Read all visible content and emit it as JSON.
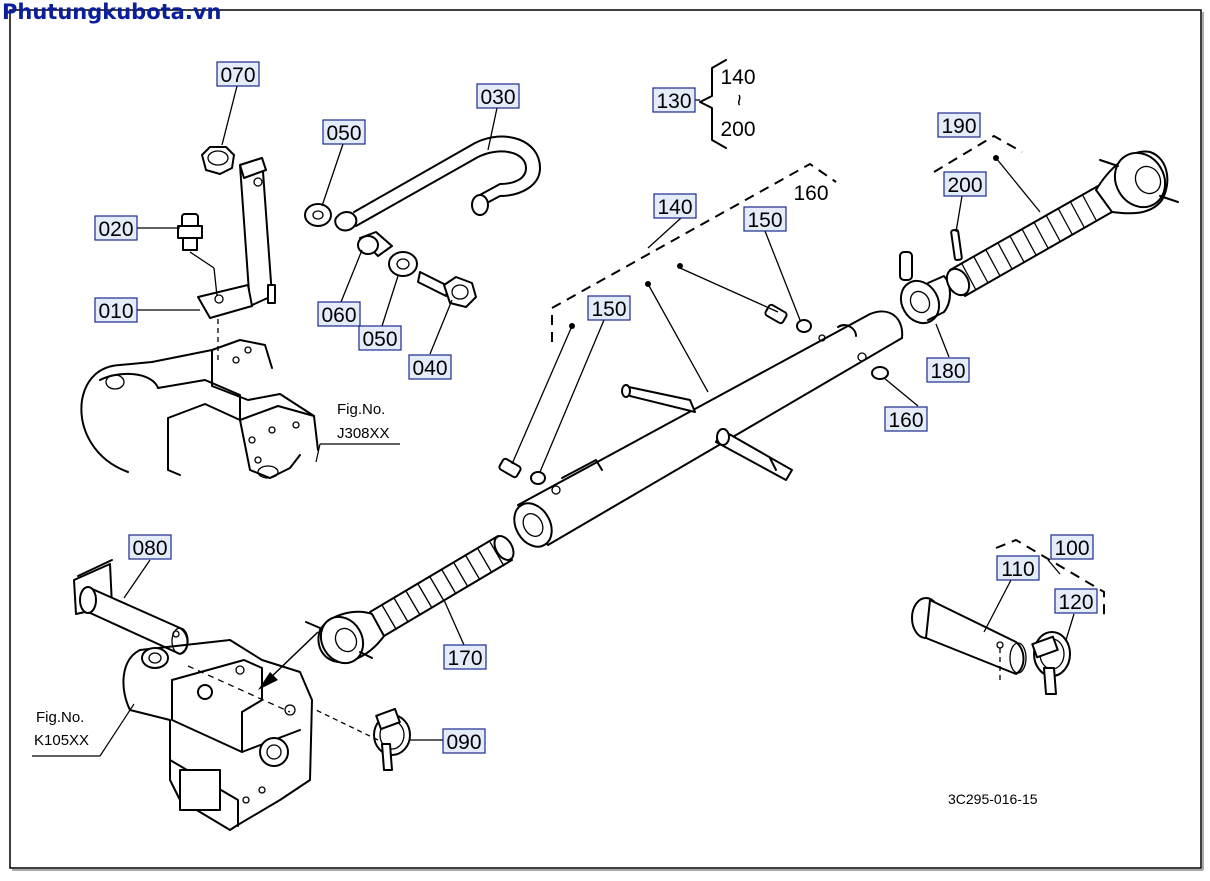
{
  "brand": "Phutungkubota.vn",
  "figure_code": "3C295-016-15",
  "refs": {
    "j308": {
      "line1": "Fig.No.",
      "line2": "J308XX"
    },
    "k105": {
      "line1": "Fig.No.",
      "line2": "K105XX"
    }
  },
  "callouts": {
    "p010": "010",
    "p020": "020",
    "p030": "030",
    "p040": "040",
    "p050a": "050",
    "p050b": "050",
    "p060": "060",
    "p070": "070",
    "p080": "080",
    "p090": "090",
    "p100": "100",
    "p110": "110",
    "p120": "120",
    "p130": "130",
    "p140": "140",
    "p150a": "150",
    "p150b": "150",
    "p160": "160",
    "p170": "170",
    "p180": "180",
    "p190": "190",
    "p200": "200"
  },
  "plain_labels": {
    "range_top": "140",
    "range_tilde": "~",
    "range_bottom": "200",
    "p160_top": "160"
  }
}
